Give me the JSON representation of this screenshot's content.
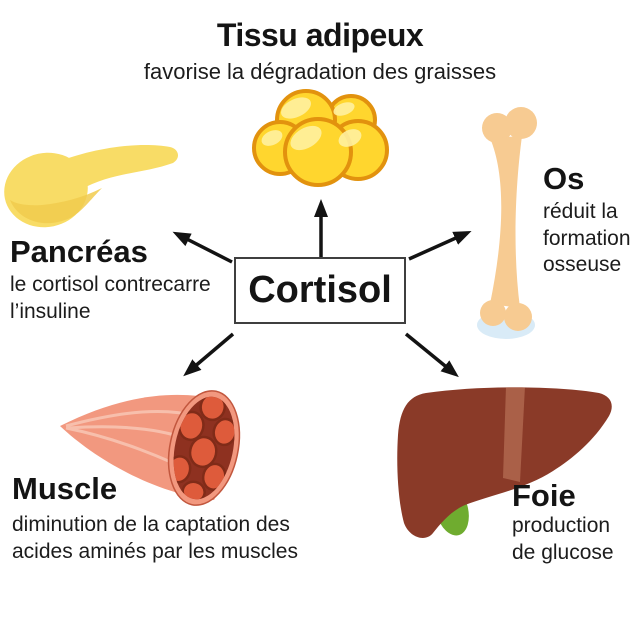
{
  "header": {
    "title": "Tissu adipeux",
    "subtitle": "favorise la dégradation des graisses"
  },
  "center_box": {
    "label": "Cortisol"
  },
  "organs": {
    "adipose": {
      "icon": "fat-cells-icon"
    },
    "pancreas": {
      "name": "Pancréas",
      "description": "le cortisol contrecarre l’insuline",
      "icon": "pancreas-icon"
    },
    "bone": {
      "name": "Os",
      "description": "réduit la formation osseuse",
      "icon": "bone-icon"
    },
    "muscle": {
      "name": "Muscle",
      "description": "diminution de la captation des acides aminés par les muscles",
      "icon": "muscle-icon"
    },
    "liver": {
      "name": "Foie",
      "description": "production de glucose",
      "icon": "liver-icon"
    }
  },
  "arrows": [
    "up",
    "up-left",
    "up-right",
    "down-left",
    "down-right"
  ],
  "colors": {
    "text": "#1c1c1c",
    "arrow": "#131313",
    "box_border": "#3f3f3f",
    "pancreas_yellow": "#F8DC66",
    "pancreas_shade": "#F1CB4D",
    "fat_fill": "#FFD62E",
    "fat_stroke": "#E2920E",
    "fat_highlight": "#FFF1A0",
    "bone_fill": "#F7CB92",
    "bone_cartilage": "#D9EBF7",
    "muscle_body": "#F2987F",
    "muscle_streak": "#F9C6B5",
    "muscle_section": "#8E3120",
    "muscle_fiber": "#DE5B3B",
    "muscle_fiber_outline": "#802B18",
    "liver_fill": "#8A3A28",
    "liver_band": "#AA6048",
    "gallbladder_green": "#6FAC2F"
  }
}
